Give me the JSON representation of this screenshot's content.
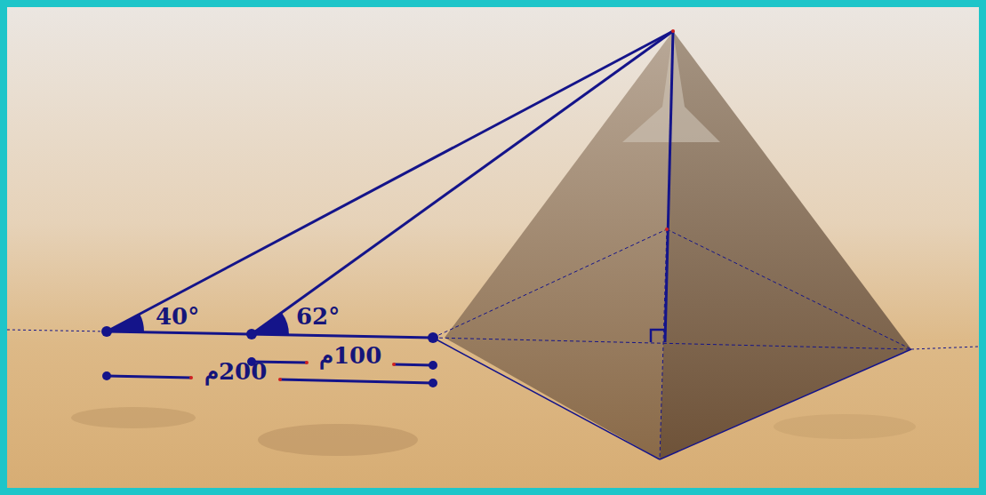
{
  "diagram": {
    "labels": [
      "40°",
      "62°",
      "100م",
      "200م"
    ]
  }
}
